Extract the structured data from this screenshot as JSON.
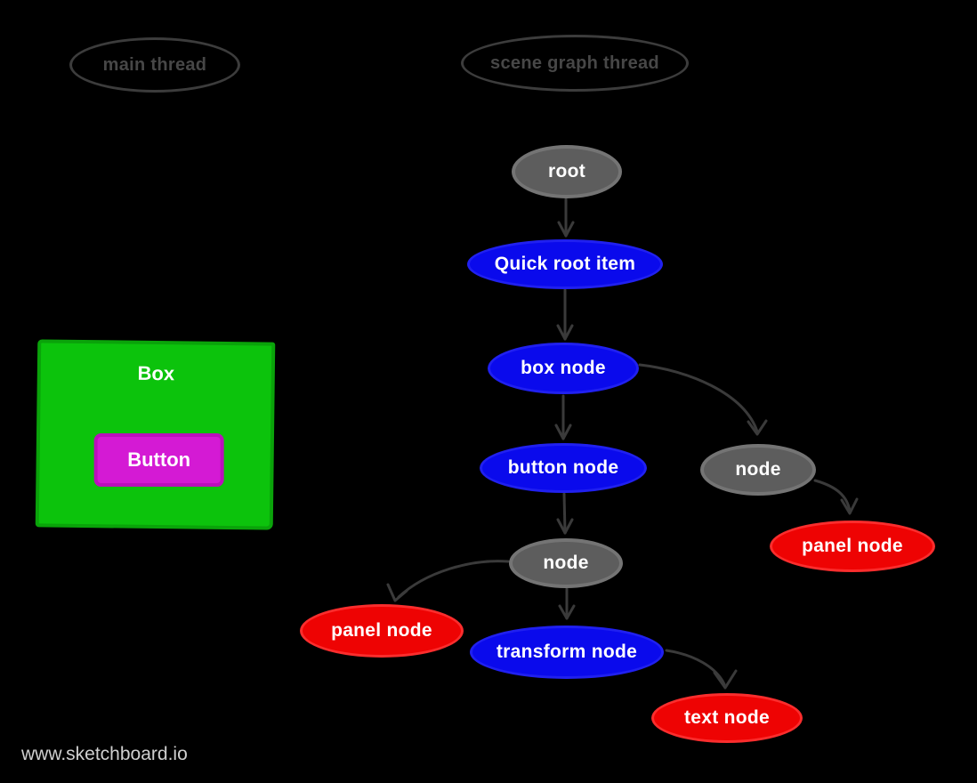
{
  "background": "#000000",
  "watermark": {
    "text": "www.sketchboard.io",
    "color": "#cccccc"
  },
  "threads": [
    {
      "id": "main-thread",
      "label": "main thread"
    },
    {
      "id": "scene-graph-thread",
      "label": "scene graph thread"
    }
  ],
  "ui_mock": {
    "box_label": "Box",
    "button_label": "Button",
    "box_color": "#0cc30c",
    "button_color": "#d41ad4"
  },
  "nodes": [
    {
      "id": "root",
      "label": "root",
      "kind": "gray"
    },
    {
      "id": "quick-root-item",
      "label": "Quick root item",
      "kind": "blue"
    },
    {
      "id": "box-node",
      "label": "box node",
      "kind": "blue"
    },
    {
      "id": "button-node",
      "label": "button node",
      "kind": "blue"
    },
    {
      "id": "node-right",
      "label": "node",
      "kind": "gray"
    },
    {
      "id": "panel-node-right",
      "label": "panel node",
      "kind": "red"
    },
    {
      "id": "node-lower",
      "label": "node",
      "kind": "gray"
    },
    {
      "id": "panel-node-left",
      "label": "panel node",
      "kind": "red"
    },
    {
      "id": "transform-node",
      "label": "transform node",
      "kind": "blue"
    },
    {
      "id": "text-node",
      "label": "text node",
      "kind": "red"
    }
  ],
  "edges": [
    {
      "from": "root",
      "to": "quick-root-item"
    },
    {
      "from": "quick-root-item",
      "to": "box-node"
    },
    {
      "from": "box-node",
      "to": "button-node"
    },
    {
      "from": "box-node",
      "to": "node-right"
    },
    {
      "from": "node-right",
      "to": "panel-node-right"
    },
    {
      "from": "button-node",
      "to": "node-lower"
    },
    {
      "from": "node-lower",
      "to": "panel-node-left"
    },
    {
      "from": "node-lower",
      "to": "transform-node"
    },
    {
      "from": "transform-node",
      "to": "text-node"
    }
  ],
  "colors": {
    "node_blue": "#0a0aec",
    "node_gray": "#5d5d5d",
    "node_red": "#ee0303",
    "edge": "#3a3a3a",
    "thread_outline": "#3c3c3c",
    "green_box": "#0cc30c",
    "magenta_button": "#d41ad4",
    "label_text": "#ffffff"
  }
}
